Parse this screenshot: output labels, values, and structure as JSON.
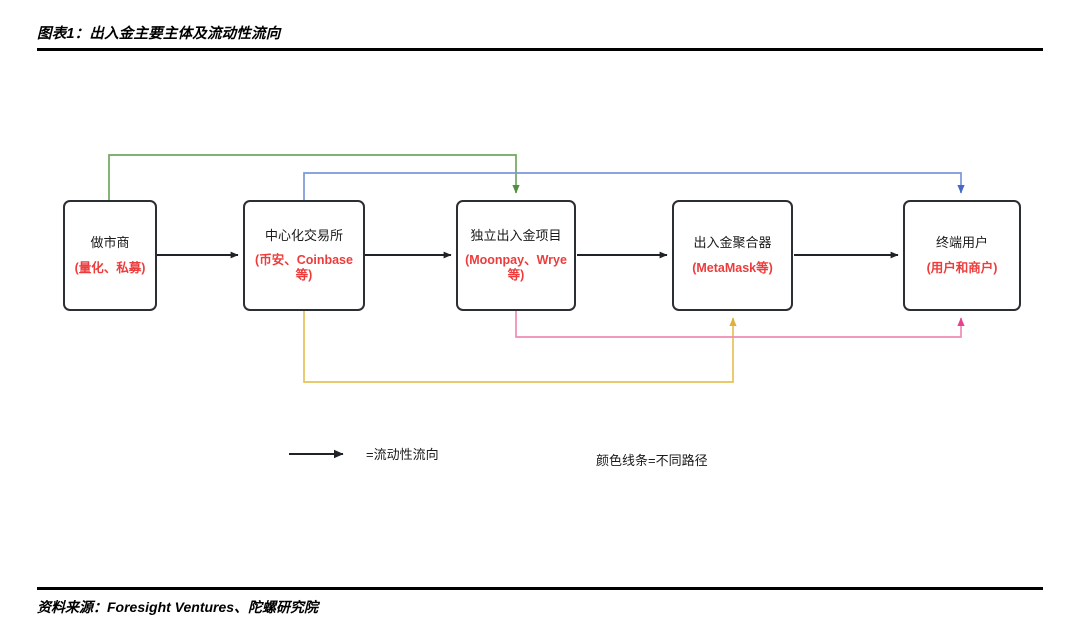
{
  "header": {
    "title": "图表1：出入金主要主体及流动性流向"
  },
  "footer": {
    "source": "资料来源：Foresight Ventures、陀螺研究院"
  },
  "diagram": {
    "nodes": [
      {
        "id": "market-maker",
        "title": "做市商",
        "subtitle": "(量化、私募)"
      },
      {
        "id": "centralized-exchange",
        "title": "中心化交易所",
        "subtitle": "(币安、Coinbase等)"
      },
      {
        "id": "onramp-project",
        "title": "独立出入金项目",
        "subtitle": "(Moonpay、Wrye 等)"
      },
      {
        "id": "onramp-aggregator",
        "title": "出入金聚合器",
        "subtitle": "(MetaMask等)"
      },
      {
        "id": "end-user",
        "title": "终端用户",
        "subtitle": "(用户和商户)"
      }
    ],
    "edges": [
      {
        "id": "mm-to-cex",
        "from": "market-maker",
        "to": "centralized-exchange",
        "color": "#1f2328",
        "kind": "direct"
      },
      {
        "id": "cex-to-onramp",
        "from": "centralized-exchange",
        "to": "onramp-project",
        "color": "#1f2328",
        "kind": "direct"
      },
      {
        "id": "onramp-to-agg",
        "from": "onramp-project",
        "to": "onramp-aggregator",
        "color": "#1f2328",
        "kind": "direct"
      },
      {
        "id": "agg-to-user",
        "from": "onramp-aggregator",
        "to": "end-user",
        "color": "#1f2328",
        "kind": "direct"
      },
      {
        "id": "mm-to-onramp-green",
        "from": "market-maker",
        "to": "onramp-project",
        "color": "#6fa85f",
        "kind": "over-top"
      },
      {
        "id": "cex-to-user-blue",
        "from": "centralized-exchange",
        "to": "end-user",
        "color": "#7b96d9",
        "kind": "over-top"
      },
      {
        "id": "cex-to-agg-gold",
        "from": "centralized-exchange",
        "to": "onramp-aggregator",
        "color": "#e8c158",
        "kind": "under-bottom"
      },
      {
        "id": "onramp-to-user-pink",
        "from": "onramp-project",
        "to": "end-user",
        "color": "#f08cb4",
        "kind": "under-bottom"
      }
    ]
  },
  "legend": {
    "flow_label": "=流动性流向",
    "color_label": "颜色线条=不同路径"
  },
  "colors": {
    "node_border": "#2b2f33",
    "node_subtitle": "#ee3b3b",
    "arrow_black": "#1f2328",
    "line_green": "#6fa85f",
    "line_blue": "#7b96d9",
    "line_gold": "#e8c158",
    "line_pink": "#f08cb4",
    "arrowhead_pink": "#e8428f",
    "rule": "#000000"
  }
}
